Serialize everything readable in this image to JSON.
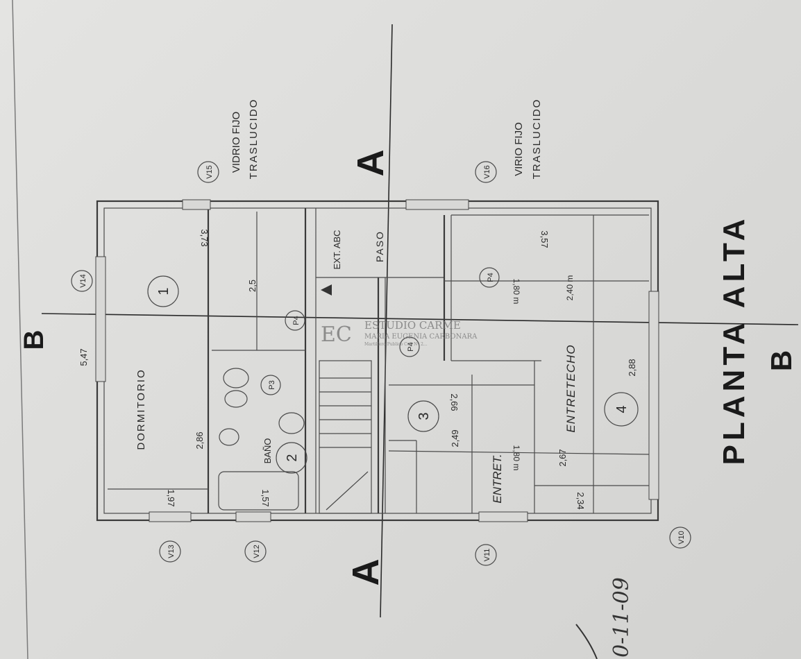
{
  "title": "PLANTA ALTA",
  "section_markers": {
    "a": "A",
    "b": "B"
  },
  "rooms": [
    {
      "number": "1",
      "name": "DORMITORIO"
    },
    {
      "number": "2",
      "name": "BAÑO"
    },
    {
      "number": "3",
      "name": "ENTRET."
    },
    {
      "number": "4",
      "name": "ENTRETECHO"
    }
  ],
  "circulation": {
    "paso": "PASO",
    "extintor": "EXT. ABC"
  },
  "openings": {
    "v10": "V10",
    "v11": "V11",
    "v12": "V12",
    "v13": "V13",
    "v14": "V14",
    "v15": "V15",
    "v16": "V16",
    "p3": "P3",
    "p4a": "P4",
    "p4b": "P4",
    "p4c": "P4"
  },
  "notes": {
    "v15_a": "VIDRIO FIJO",
    "v15_b": "TRASLUCIDO",
    "v16_a": "VIRIO FIJO",
    "v16_b": "TRASLUCIDO"
  },
  "dimensions": {
    "d547": "5,47",
    "d286": "2,86",
    "d197": "1,97",
    "d157": "1,57",
    "d373": "3,73",
    "d25": "2,5",
    "d266": "2,66",
    "d249": "2,49",
    "d357": "3,57",
    "d180m": "1,80 m",
    "d180m2": "1,80 m",
    "d240m": "2,40 m",
    "d288": "2,88",
    "d267": "2,67",
    "d234": "2,34"
  },
  "date": "0-11-09",
  "watermark": {
    "line1": "ESTUDIO CARME",
    "line2": "MARIA EUGENIA CARBONARA",
    "line3": "Martillero Publico Col. Nº 2..."
  }
}
